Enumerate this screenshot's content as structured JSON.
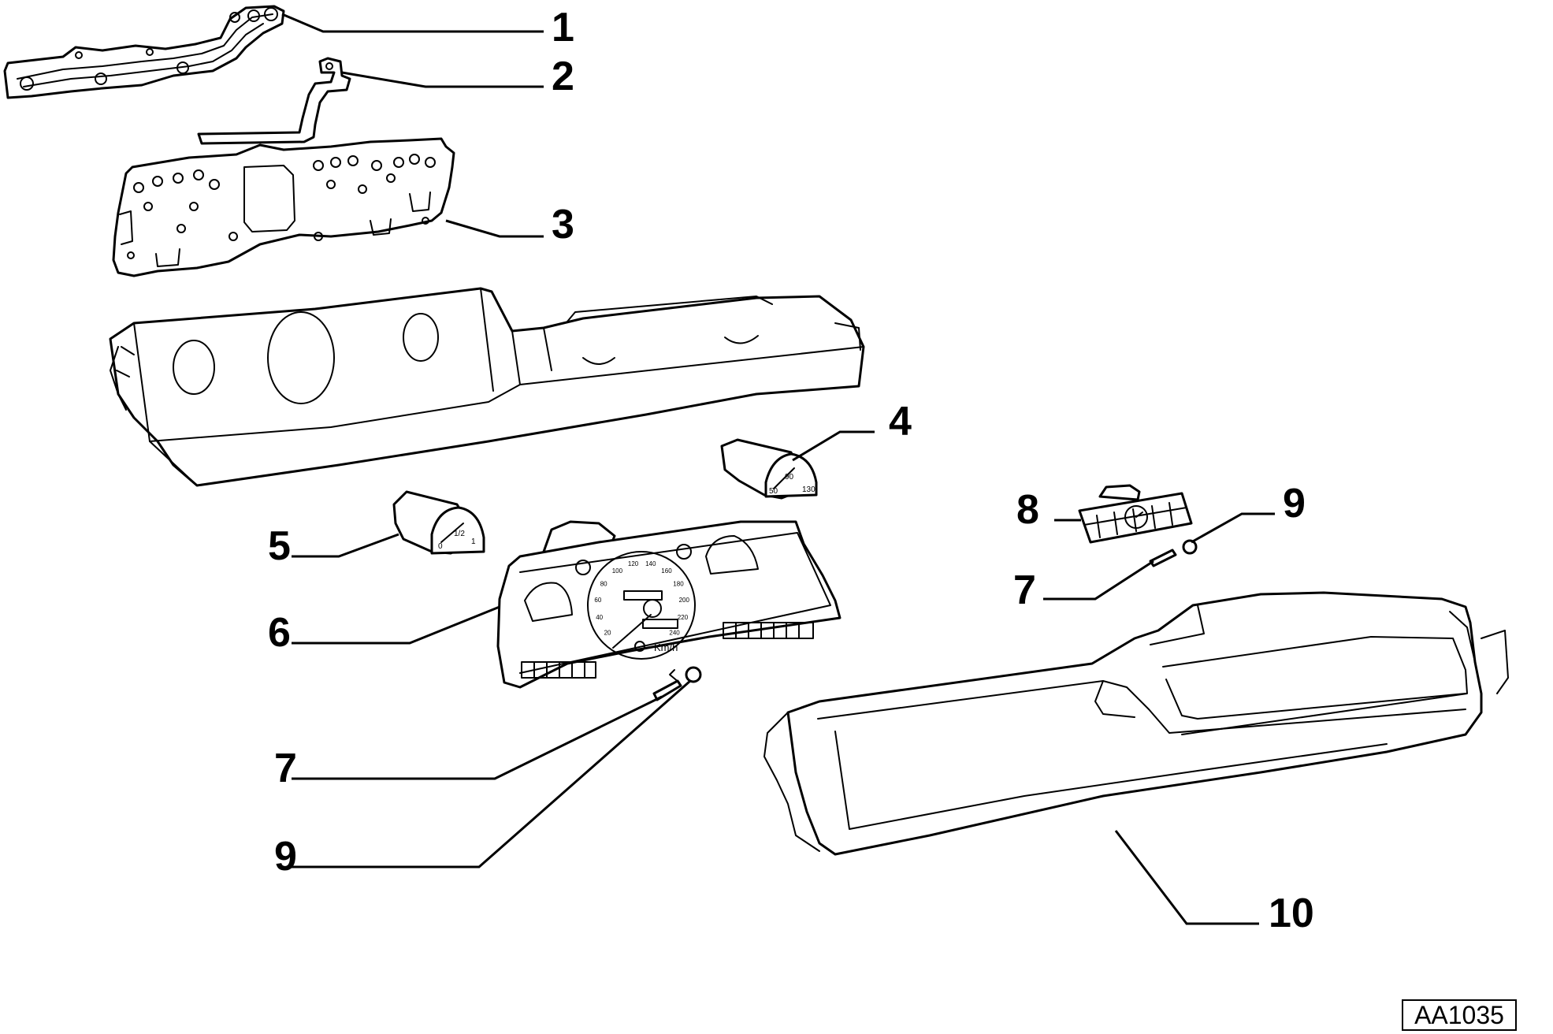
{
  "diagram": {
    "callouts": [
      {
        "id": "c1",
        "label": "1"
      },
      {
        "id": "c2",
        "label": "2"
      },
      {
        "id": "c3",
        "label": "3"
      },
      {
        "id": "c4",
        "label": "4"
      },
      {
        "id": "c5",
        "label": "5"
      },
      {
        "id": "c6",
        "label": "6"
      },
      {
        "id": "c7a",
        "label": "7"
      },
      {
        "id": "c9a",
        "label": "9"
      },
      {
        "id": "c8",
        "label": "8"
      },
      {
        "id": "c9b",
        "label": "9"
      },
      {
        "id": "c7b",
        "label": "7"
      },
      {
        "id": "c10",
        "label": "10"
      }
    ],
    "reference_code": "AA1035",
    "gauge_text": {
      "unit": "Km/h",
      "speed_ticks": [
        "20",
        "40",
        "60",
        "80",
        "100",
        "120",
        "140",
        "160",
        "180",
        "200",
        "220",
        "240"
      ],
      "gauge4_ticks": [
        "50",
        "90",
        "130"
      ],
      "gauge5_ticks": [
        "0",
        "1/2",
        "1"
      ]
    }
  }
}
